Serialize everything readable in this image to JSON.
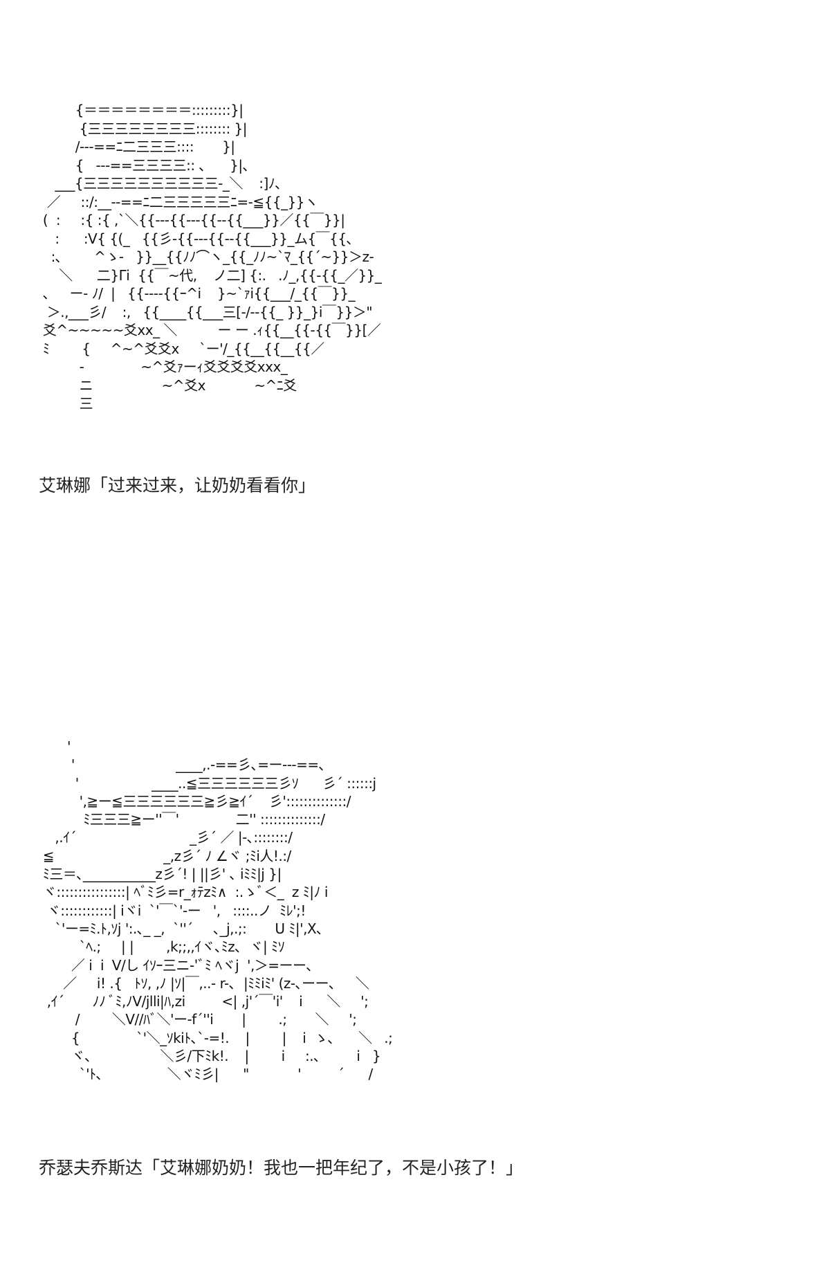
{
  "panels": [
    {
      "art_lines": [
        "         {＝＝＝＝＝＝＝＝:::::::::}|",
        "          {三三三三三三三三:::::::: }|",
        "         /---==ﾆ二三三三::::       }|",
        "         {   ---==三三三三:: ､      }|､",
        "    ___{三三三三三三三三三三-_＼    :]ﾉ､",
        "  ／     ::/:__--==ﾆ二三三三三三ﾆ=-≦{{_}}ヽ",
        " (  :     :{ :{ ,`＼{{---{{---{{--{{___}}／{{￣}}|",
        "    :      :V{ {(_   {{彡-{{---{{--{{___}}_ム{￣{{､",
        "   :､        ^ゝ-   }}__{{ﾉﾉ⌒ヽ_{{_ﾉﾉ~`ﾏ_{{´~}}＞z-",
        "     ＼      二}Γi  {{￣~代,    ノ二] {:.   .ﾉ_,{{-{{_／}}_",
        " ､     ー- ﾉ/  |   {{----{{ｰ^i    }~`ｧi{{___/_{{￣}}_",
        "  ＞.,___彡/    :,   {{____{{___三[-/--{{_ }}_}i￣}}＞\"",
        " 爻^~~~~~爻xx_ ＼          ー ー .ｨ{{__{{-{{￣}}[／",
        " ﾐ        {     ^~^爻爻x     `ー'/_{{__{{__{{／",
        "          -              ~^爻ｧーｨ爻爻爻爻xxx_",
        "          ニ                 ~^爻x            ~^ﾆ爻",
        "          三"
      ],
      "caption": "艾琳娜「过来过来，让奶奶看看你」"
    },
    {
      "art_lines": [
        "       '",
        "        '                         ____,.-==彡､=ー---==､",
        "         '                  ____..≦三三三三三三彡ｿ      彡´ ::::::j",
        "          ',≧ー≦三三三三三三≧彡≧ｲ´    彡'::::::::::::::/",
        "           ﾐ三三三≧ー''￣'              二'' ::::::::::::::/",
        "    ,.ｲ´                            _彡´ ／ |-､::::::::/",
        " ≦                           _,z彡´ ﾉ ∠ヾ ;ﾐi人!.:/",
        " ﾐ三＝､___________z彡´! | ||彡' ､ iﾐﾐ|j }|",
        " ヾ::::::::::::::::| ﾍﾞﾐ彡=r_ｫﾃzﾐ∧  :.ゝﾞ＜_  z ﾐ|ﾉ i",
        "  ヾ::::::::::::| iヾi  `'￣`'-ー   ',   ::::..ノ  ﾐﾚ';!",
        "    `'ー=ﾐ.ﾄ,ｿj ':.､_ _,  `''´     ､_j,.;:       U ﾐ|',X､",
        "          `ﾍ.;     | |        ,k;;,,ｲヾ､ﾐz､  ヾ| ﾐｿ",
        "        ／ i  i  V/し ｲｿｰ三ニ-'ﾞﾐ ﾍヾj  ',＞=ーー､",
        "      ／     i! .{   ﾄｿ, ,ﾉ |ｿ|￣,..- r-､  |ﾐﾐiﾐ' (z-､ーー､     ＼",
        "  ,ｲ´       ﾉﾉ ﾞﾐ,ﾉV/jlli|ﾊ,zi         <| ,j'´￣'i'    i      ＼     ';",
        "         /        ＼V//ﾊﾞ＼'ー-f´''i       |        .;       ＼     ';",
        "        {              `'＼_ｿkiﾄ､`-=!.    |        |    i  ゝ､      ＼   .;",
        "        ヾ､                 ＼彡/下ﾐk!.    |        i     :.､         i   }",
        "          `'ﾄ､                ＼ヾﾐ彡|      \"            '         ´      /"
      ],
      "caption": "乔瑟夫乔斯达「艾琳娜奶奶！我也一把年纪了，不是小孩了！」"
    }
  ]
}
